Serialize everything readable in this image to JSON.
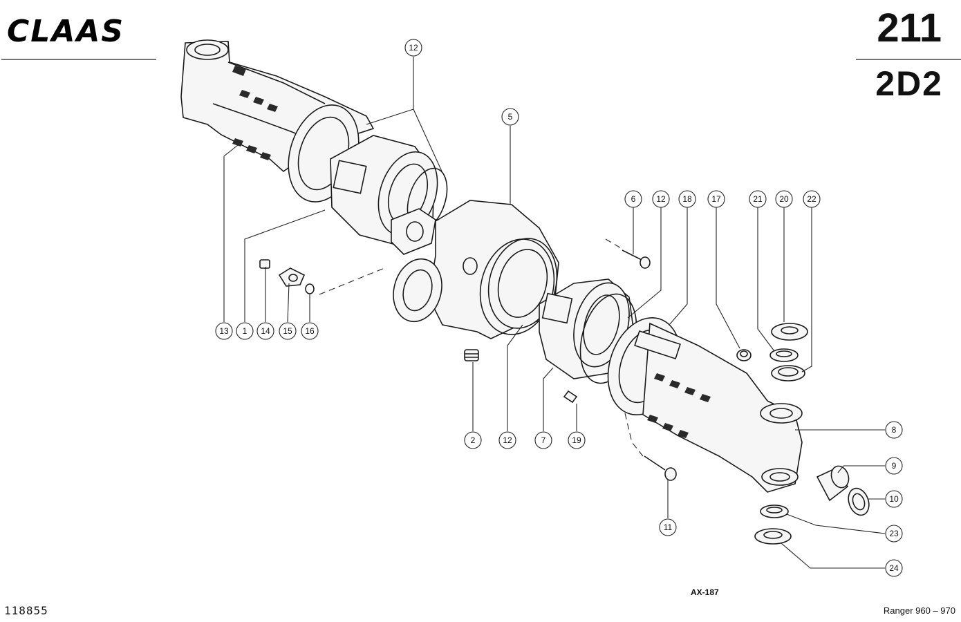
{
  "header": {
    "brand": "CLAAS",
    "page_number": "211",
    "section_code": "2D2"
  },
  "footer": {
    "document_number": "118855",
    "drawing_reference": "AX-187",
    "model_range": "Ranger 960 – 970"
  },
  "callouts": [
    {
      "id": "c-12a",
      "label": "12"
    },
    {
      "id": "c-5",
      "label": "5"
    },
    {
      "id": "c-13",
      "label": "13"
    },
    {
      "id": "c-1",
      "label": "1"
    },
    {
      "id": "c-14",
      "label": "14"
    },
    {
      "id": "c-15",
      "label": "15"
    },
    {
      "id": "c-16",
      "label": "16"
    },
    {
      "id": "c-2",
      "label": "2"
    },
    {
      "id": "c-12b",
      "label": "12"
    },
    {
      "id": "c-7",
      "label": "7"
    },
    {
      "id": "c-19",
      "label": "19"
    },
    {
      "id": "c-6",
      "label": "6"
    },
    {
      "id": "c-12c",
      "label": "12"
    },
    {
      "id": "c-18",
      "label": "18"
    },
    {
      "id": "c-17",
      "label": "17"
    },
    {
      "id": "c-21",
      "label": "21"
    },
    {
      "id": "c-20",
      "label": "20"
    },
    {
      "id": "c-22",
      "label": "22"
    },
    {
      "id": "c-8",
      "label": "8"
    },
    {
      "id": "c-9",
      "label": "9"
    },
    {
      "id": "c-10",
      "label": "10"
    },
    {
      "id": "c-23",
      "label": "23"
    },
    {
      "id": "c-24",
      "label": "24"
    },
    {
      "id": "c-11",
      "label": "11"
    }
  ]
}
